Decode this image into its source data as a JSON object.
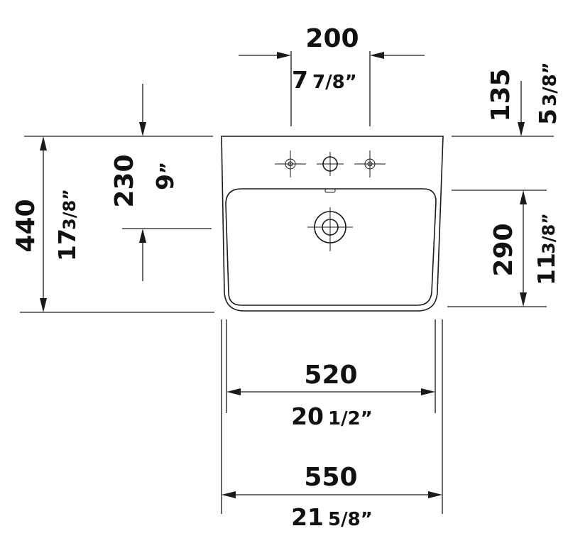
{
  "dimensions": {
    "tap_spacing": {
      "mm": "200",
      "int": "7",
      "frac": "7/8”"
    },
    "top_to_waste": {
      "mm": "135",
      "int": "5",
      "frac": "3/8”"
    },
    "mount_height": {
      "mm": "230",
      "int": "9",
      "frac": "”"
    },
    "depth": {
      "mm": "440",
      "int": "17",
      "frac": "3/8”"
    },
    "bowl_depth": {
      "mm": "290",
      "int": "11",
      "frac": "3/8”"
    },
    "bowl_width": {
      "mm": "520",
      "int": "20",
      "frac": "1/2”"
    },
    "overall_width": {
      "mm": "550",
      "int": "21",
      "frac": "5/8”"
    }
  }
}
